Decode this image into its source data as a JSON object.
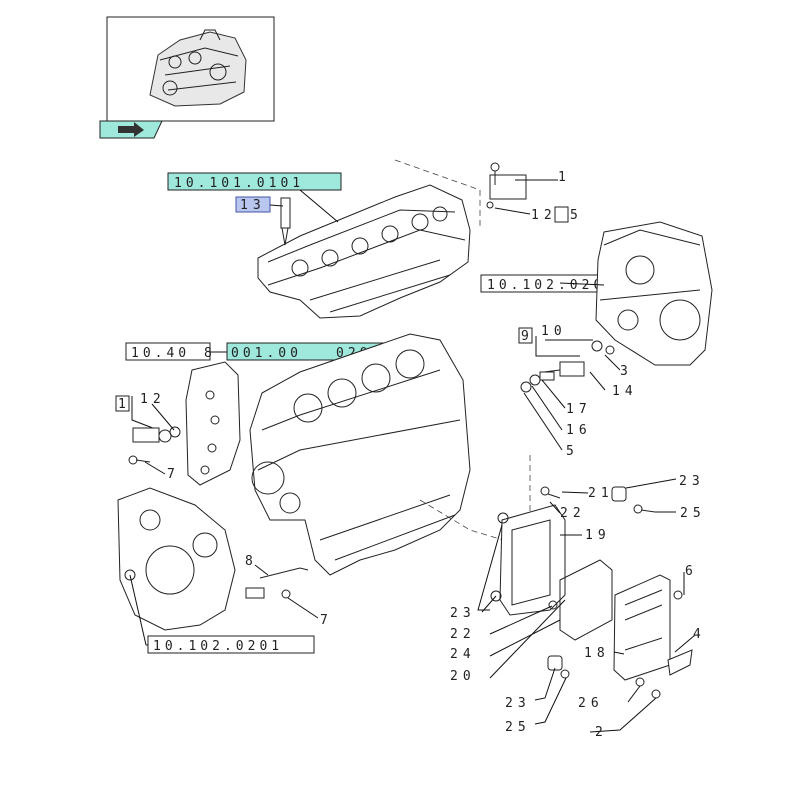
{
  "thumbnail": {
    "alt": "engine overview",
    "nav_icon": "arrow-right-icon"
  },
  "references": {
    "r1": "10.101.0101",
    "r2": "10.102.020",
    "r3": "10.40",
    "r3b": "8",
    "r4": "001.00",
    "r4b": "020",
    "r5": "10.102.0201"
  },
  "callouts": {
    "c13": "13",
    "c1": "1",
    "c12a": "12",
    "c5box": "5",
    "c9box": "9",
    "c10": "10",
    "c3": "3",
    "c14": "14",
    "c17": "17",
    "c16": "16",
    "c5": "5",
    "cbox1": "1",
    "c12b": "12",
    "c7a": "7",
    "c8": "8",
    "c7b": "7",
    "c23a": "23",
    "c21": "21",
    "c22a": "22",
    "c25a": "25",
    "c19": "19",
    "c6": "6",
    "c23b": "23",
    "c22b": "22",
    "c24": "24",
    "c20": "20",
    "c18": "18",
    "c4": "4",
    "c23c": "23",
    "c25b": "25",
    "c26": "26",
    "c2": "2"
  },
  "colors": {
    "highlight": "#9fe8dc",
    "highlight_blue": "#b9c6ee",
    "ink": "#222222"
  }
}
